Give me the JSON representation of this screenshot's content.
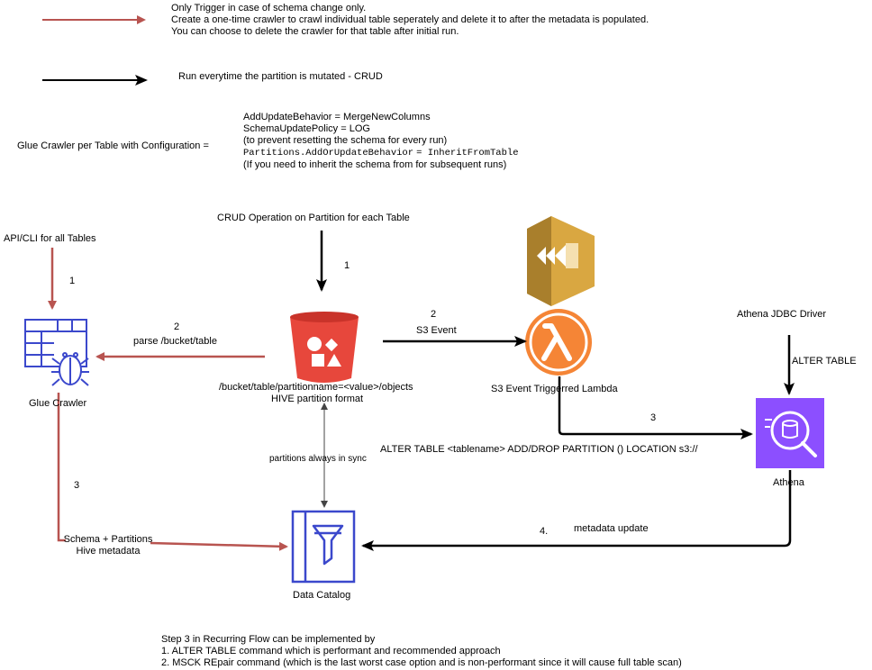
{
  "legend": {
    "red_arrow_lines": [
      "Only Trigger in case of schema change only.",
      "Create a one-time crawler to crawl individual table seperately and delete it to after the metadata is populated.",
      "You can choose to delete the crawler for that table after initial run."
    ],
    "black_arrow_text": "Run everytime the partition is mutated - CRUD"
  },
  "crawler_config": {
    "label": "Glue Crawler per Table with Configuration =",
    "lines": [
      "AddUpdateBehavior = MergeNewColumns",
      "SchemaUpdatePolicy = LOG",
      "(to prevent resetting the schema for every run)",
      "Partitions.AddOrUpdateBehavior",
      "= InheritFromTable",
      "(If you need to inherit the schema from for subsequent runs)"
    ]
  },
  "nodes": {
    "api_cli": "API/CLI for all Tables",
    "glue_crawler": "Glue Crawler",
    "crud_op": "CRUD Operation on Partition for each Table",
    "s3_path": "/bucket/table/partitionname=<value>/objects",
    "s3_format": "HIVE partition format",
    "lambda": "S3 Event Triggerred Lambda",
    "athena_jdbc": "Athena JDBC Driver",
    "athena": "Athena",
    "data_catalog": "Data Catalog"
  },
  "edges": {
    "step1_left": "1",
    "step1_top": "1",
    "step2_left_num": "2",
    "step2_left_label": "parse /bucket/table",
    "step2_right_num": "2",
    "step2_right_label": "S3 Event",
    "alter_table": "ALTER TABLE",
    "step3_right": "3",
    "alter_partition": "ALTER TABLE  <tablename> ADD/DROP PARTITION () LOCATION s3://",
    "sync": "partitions always in sync",
    "step3_left": "3",
    "schema_line1": "Schema + Partitions",
    "schema_line2": "Hive metadata",
    "step4_num": "4.",
    "step4_label": "metadata update"
  },
  "footer": [
    "Step 3 in Recurring Flow can be implemented by",
    "1. ALTER TABLE command which is performant and recommended approach",
    "2. MSCK REpair command (which is the last worst case option and is non-performant since it will cause full table scan)"
  ],
  "colors": {
    "red_arrow": "#b85450",
    "s3_red": "#e7473c",
    "lambda_orange": "#f58536",
    "step_functions_gold": "#d9a741",
    "athena_purple": "#8c4fff",
    "catalog_blue": "#3b48cc"
  }
}
